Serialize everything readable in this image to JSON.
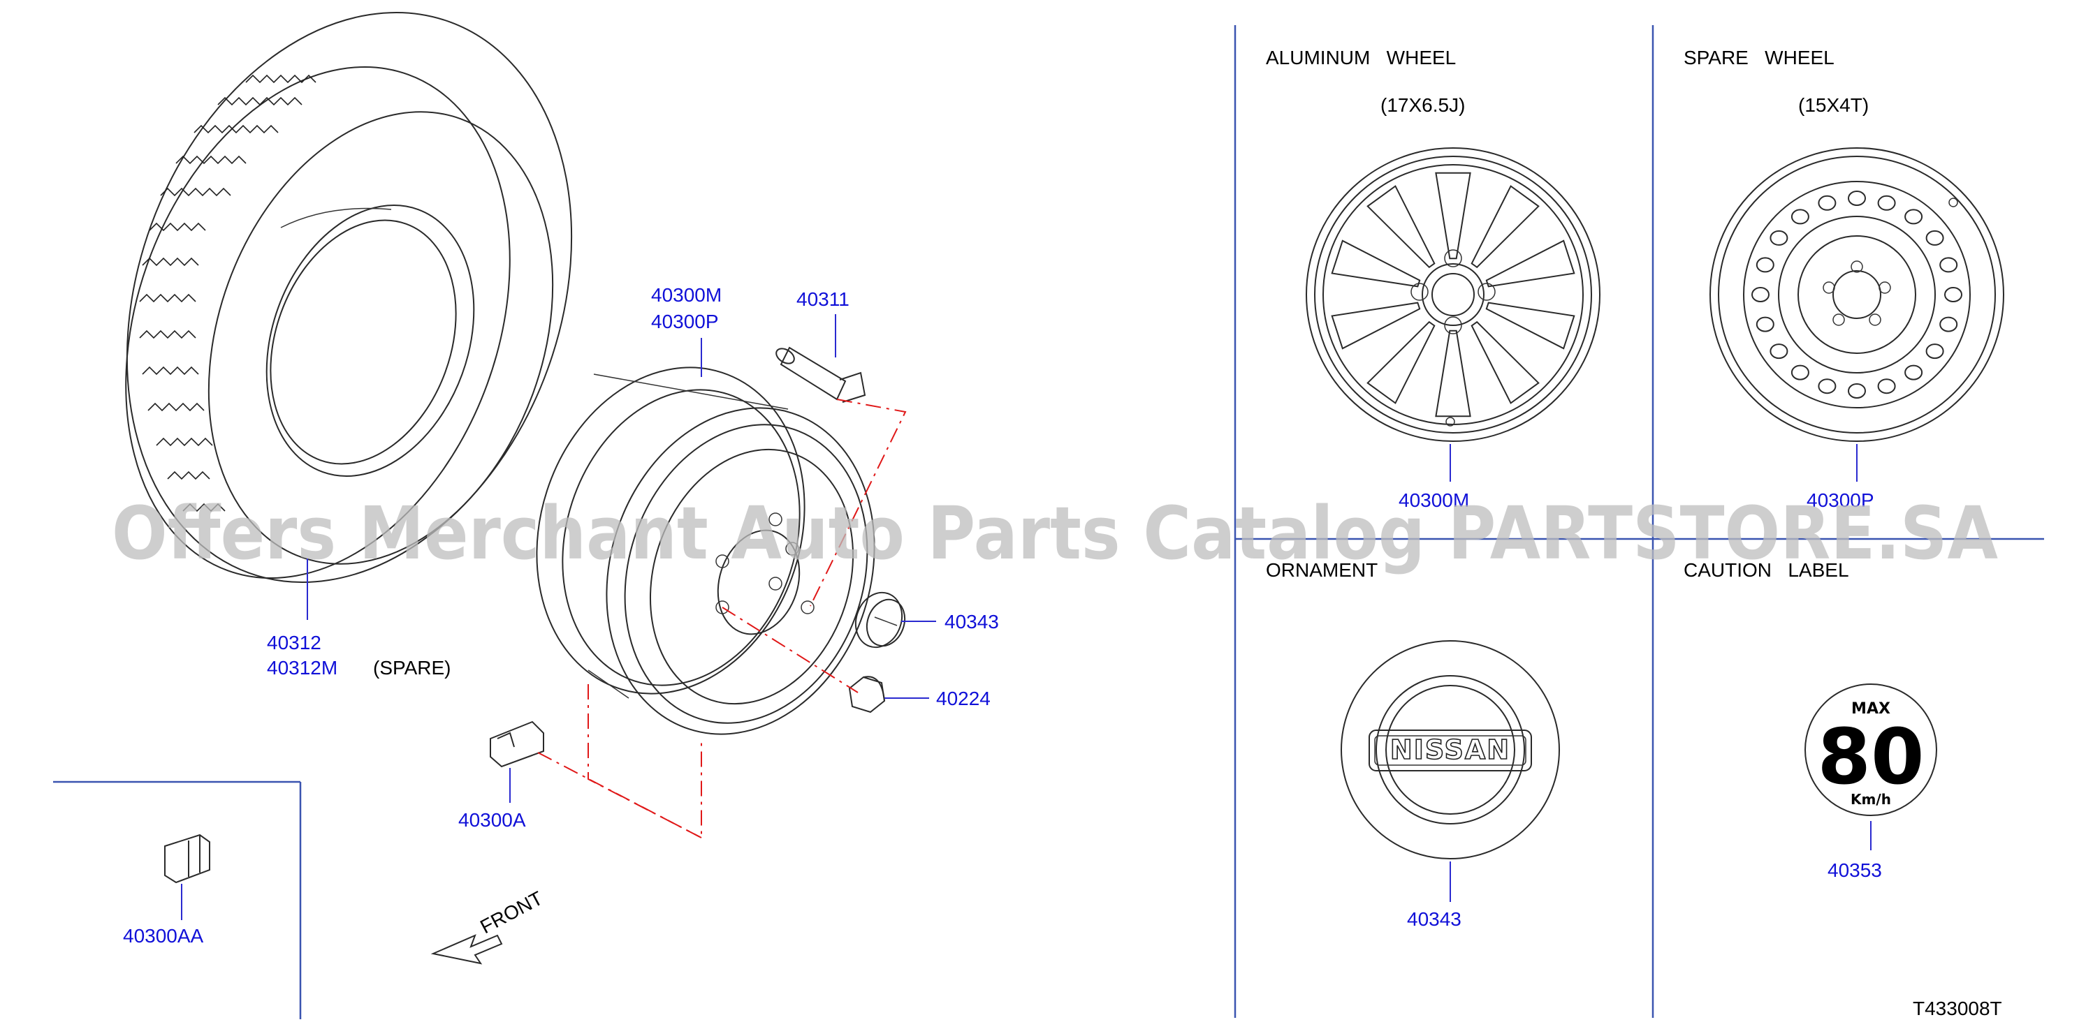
{
  "sections": {
    "aluminum_wheel": "ALUMINUM   WHEEL",
    "aluminum_size": "(17X6.5J)",
    "spare_wheel": "SPARE   WHEEL",
    "spare_size": "(15X4T)",
    "ornament": "ORNAMENT",
    "caution_label": "CAUTION   LABEL"
  },
  "parts": {
    "p40300M_a": "40300M",
    "p40300P_a": "40300P",
    "p40311": "40311",
    "p40312": "40312",
    "p40312M": "40312M",
    "spare_note": "(SPARE)",
    "p40343_a": "40343",
    "p40224": "40224",
    "p40300A": "40300A",
    "p40300AA": "40300AA",
    "p40300M_b": "40300M",
    "p40300P_b": "40300P",
    "p40343_b": "40343",
    "p40353": "40353"
  },
  "front_label": "FRONT",
  "ornament_logo": "NISSAN",
  "caution": {
    "max": "MAX",
    "speed": "80",
    "unit": "Km/h"
  },
  "diagram_code": "T433008T",
  "watermark": "Offers Merchant Auto Parts Catalog PARTSTORE.SA"
}
